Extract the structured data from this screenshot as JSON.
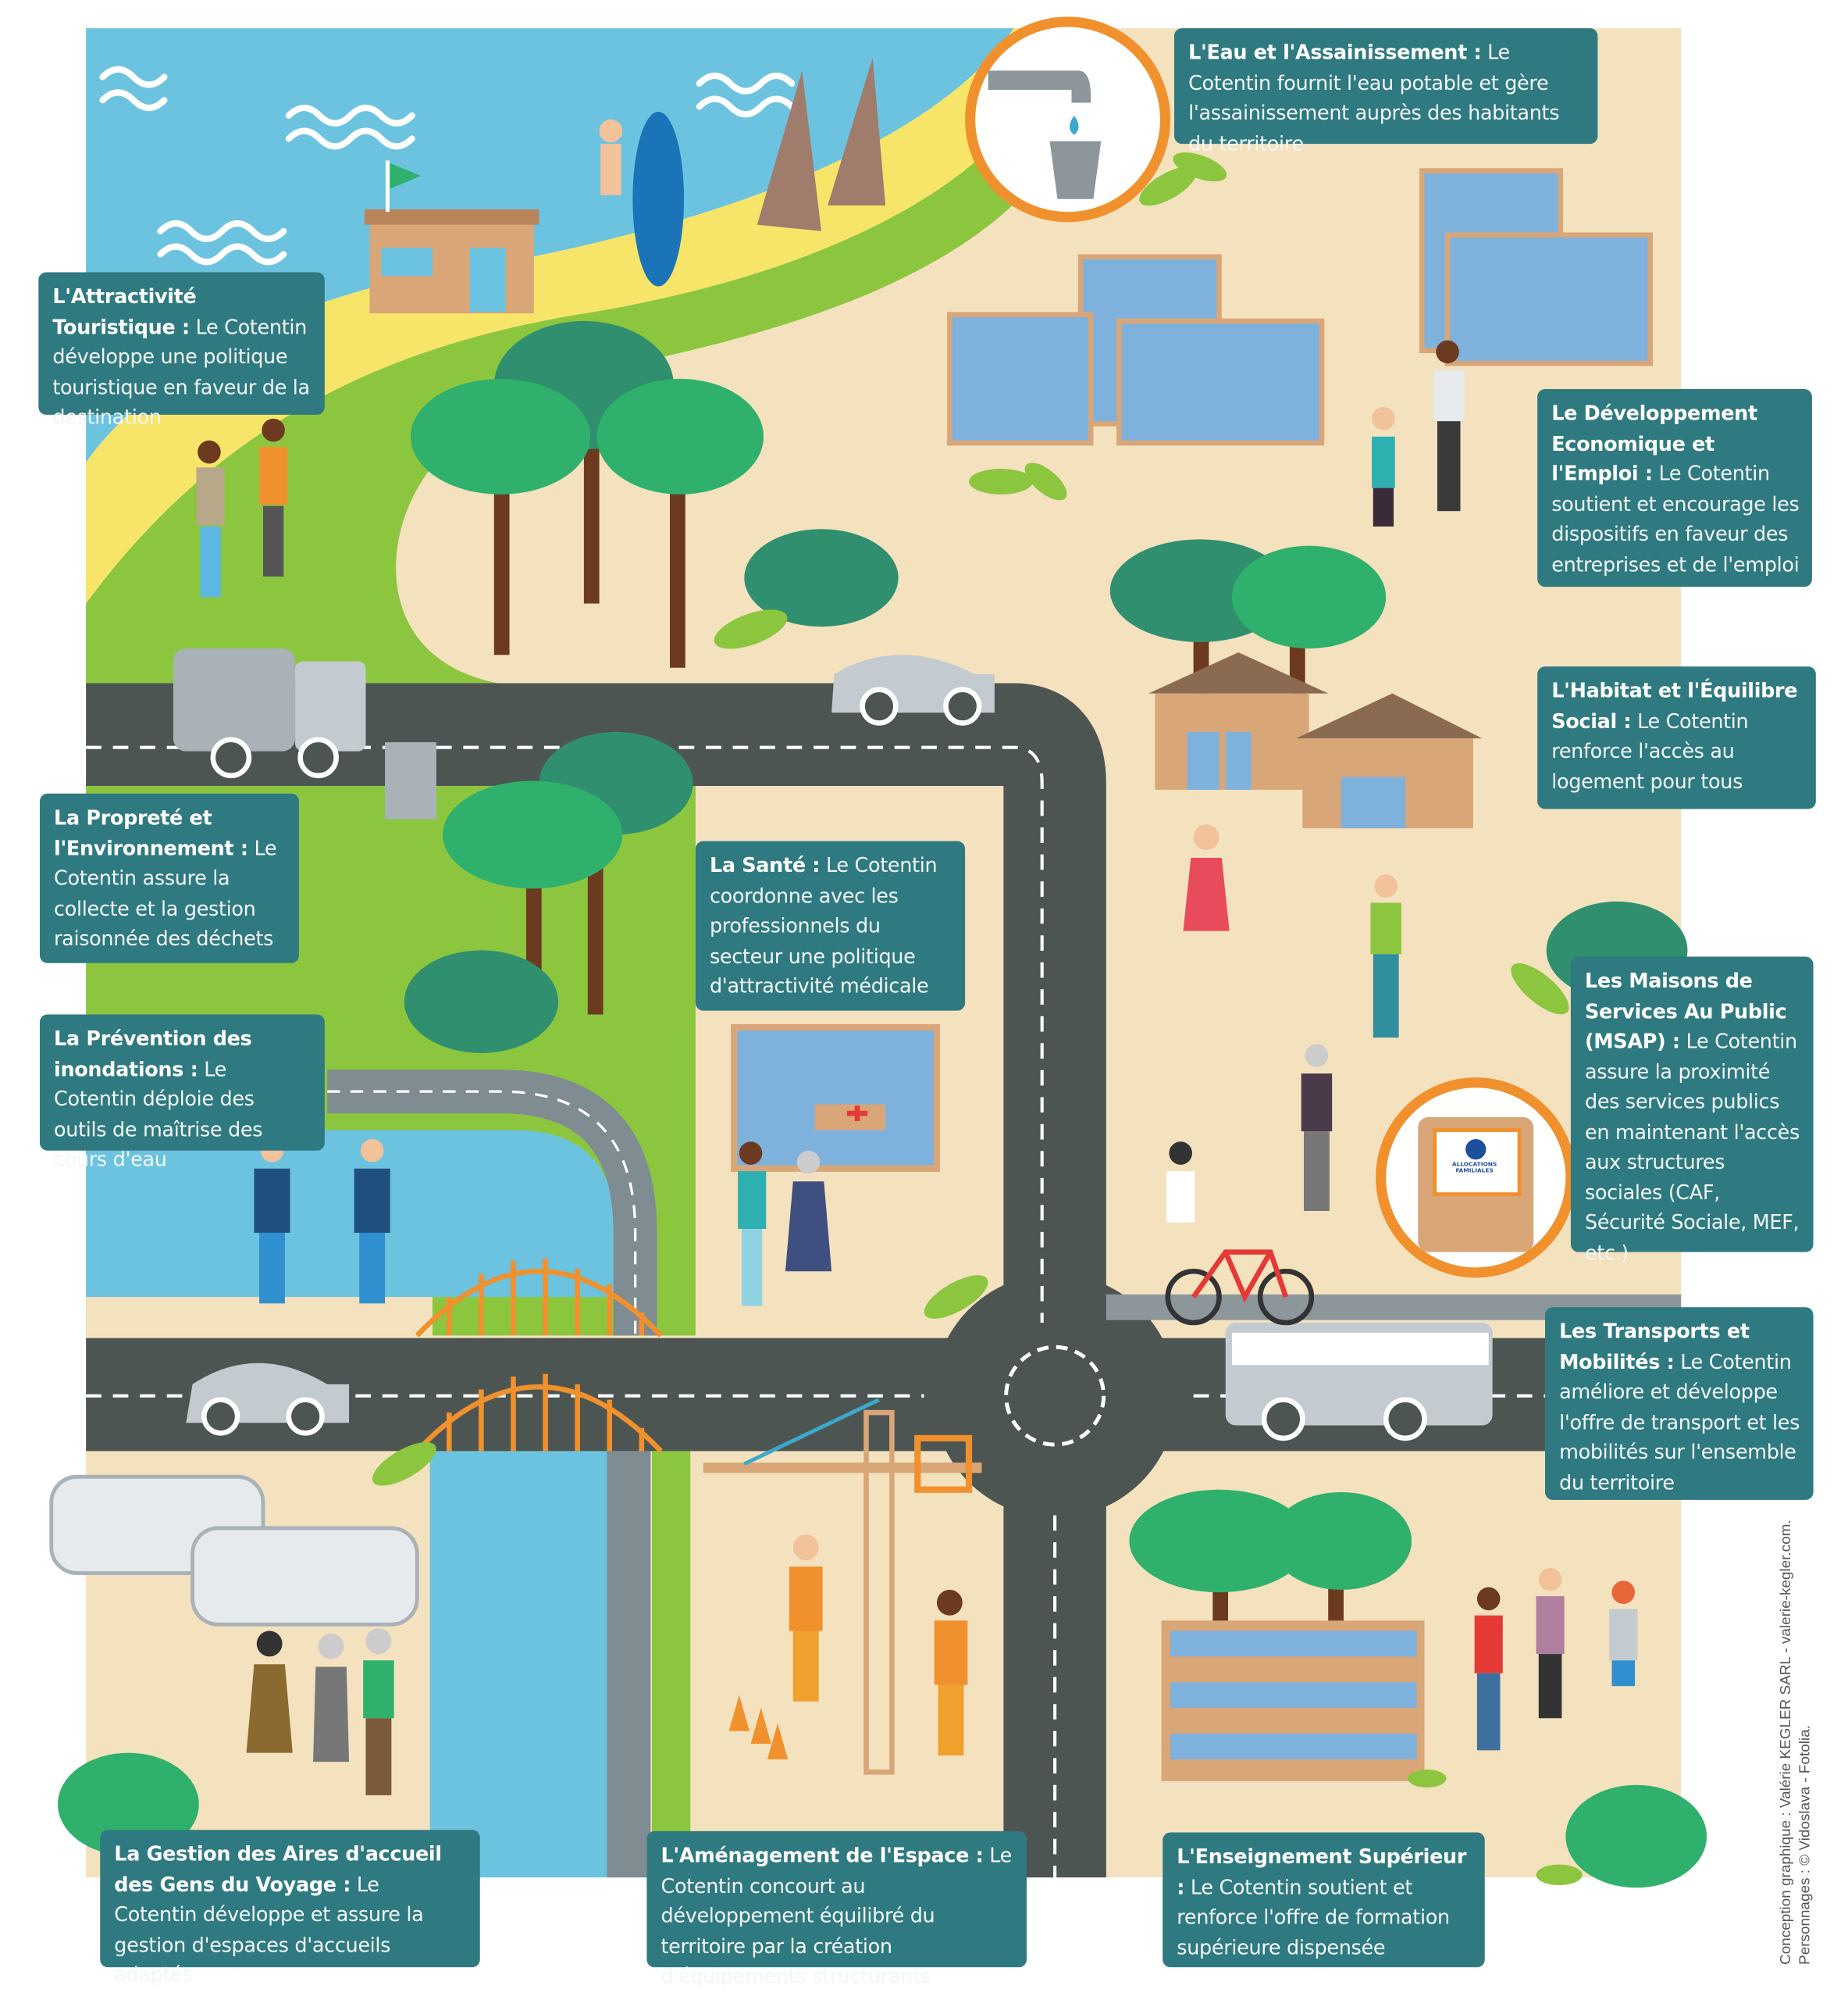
{
  "boxes": {
    "eau": {
      "title": "L'Eau et l'Assainissement :",
      "body": " Le Cotentin fournit l'eau potable et gère l'assainissement auprès des habitants du territoire"
    },
    "tourisme": {
      "title": "L'Attractivité Touristique :",
      "body": " Le Cotentin développe une politique touristique en faveur de la destination"
    },
    "economie": {
      "title": "Le Développement Economique et l'Emploi :",
      "body": " Le Cotentin soutient et encourage les dispositifs en faveur des entreprises et de l'emploi"
    },
    "habitat": {
      "title": "L'Habitat et l'Équilibre Social :",
      "body": " Le Cotentin renforce l'accès au logement pour tous"
    },
    "proprete": {
      "title": "La Propreté et l'Environnement :",
      "body": " Le Cotentin assure la collecte et la gestion raisonnée des déchets"
    },
    "sante": {
      "title": "La Santé :",
      "body": " Le Cotentin coordonne avec les professionnels du secteur une politique d'attractivité médicale"
    },
    "prevention": {
      "title": "La Prévention des inondations :",
      "body": " Le Cotentin déploie des outils de maîtrise des cours d'eau"
    },
    "msap": {
      "title": "Les Maisons de Services Au Public (MSAP) :",
      "body": " Le Cotentin assure la proximité des services publics en maintenant l'accès aux structures sociales (CAF, Sécurité Sociale, MEF, etc.)"
    },
    "transports": {
      "title": "Les Transports et Mobilités :",
      "body": " Le Cotentin améliore et développe l'offre de transport et les mobilités sur l'ensemble du territoire"
    },
    "aires": {
      "title": "La Gestion des Aires d'accueil des Gens du Voyage :",
      "body": " Le Cotentin développe et assure la gestion d'espaces d'accueils adaptés"
    },
    "amenagement": {
      "title": "L'Aménagement de l'Espace :",
      "body": " Le Cotentin concourt au développement équilibré du territoire par la création d'équipements structurants"
    },
    "enseignement": {
      "title": "L'Enseignement Supérieur :",
      "body": " Le Cotentin soutient et renforce l'offre de formation supérieure dispensée"
    }
  },
  "kiosk_logo": "ALLOCATIONS FAMILIALES",
  "credits": {
    "line1": "Conception graphique : Valérie KEGLER SARL - valerie-kegler.com.",
    "line2": "Personnages : © Vidoslava - Fotolia."
  },
  "colors": {
    "box": "#2f7a80",
    "sea": "#6cc3e0",
    "sand": "#f4e1be",
    "grass": "#8cc63f",
    "beach": "#f7e56a",
    "road": "#4d5553",
    "accent": "#f0912d"
  }
}
